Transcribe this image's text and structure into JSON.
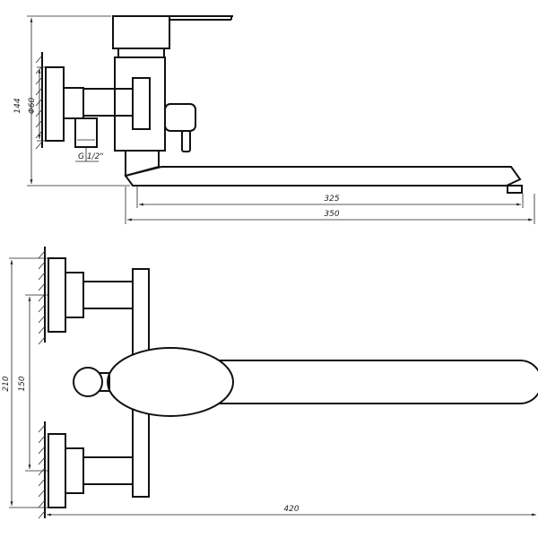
{
  "side_view": {
    "dimensions": {
      "height": "144",
      "diameter": "Φ60",
      "thread": "G 1/2\"",
      "spout_inner": "325",
      "spout_outer": "350"
    }
  },
  "top_view": {
    "dimensions": {
      "total_height": "210",
      "center_distance": "150",
      "total_width": "420"
    }
  }
}
